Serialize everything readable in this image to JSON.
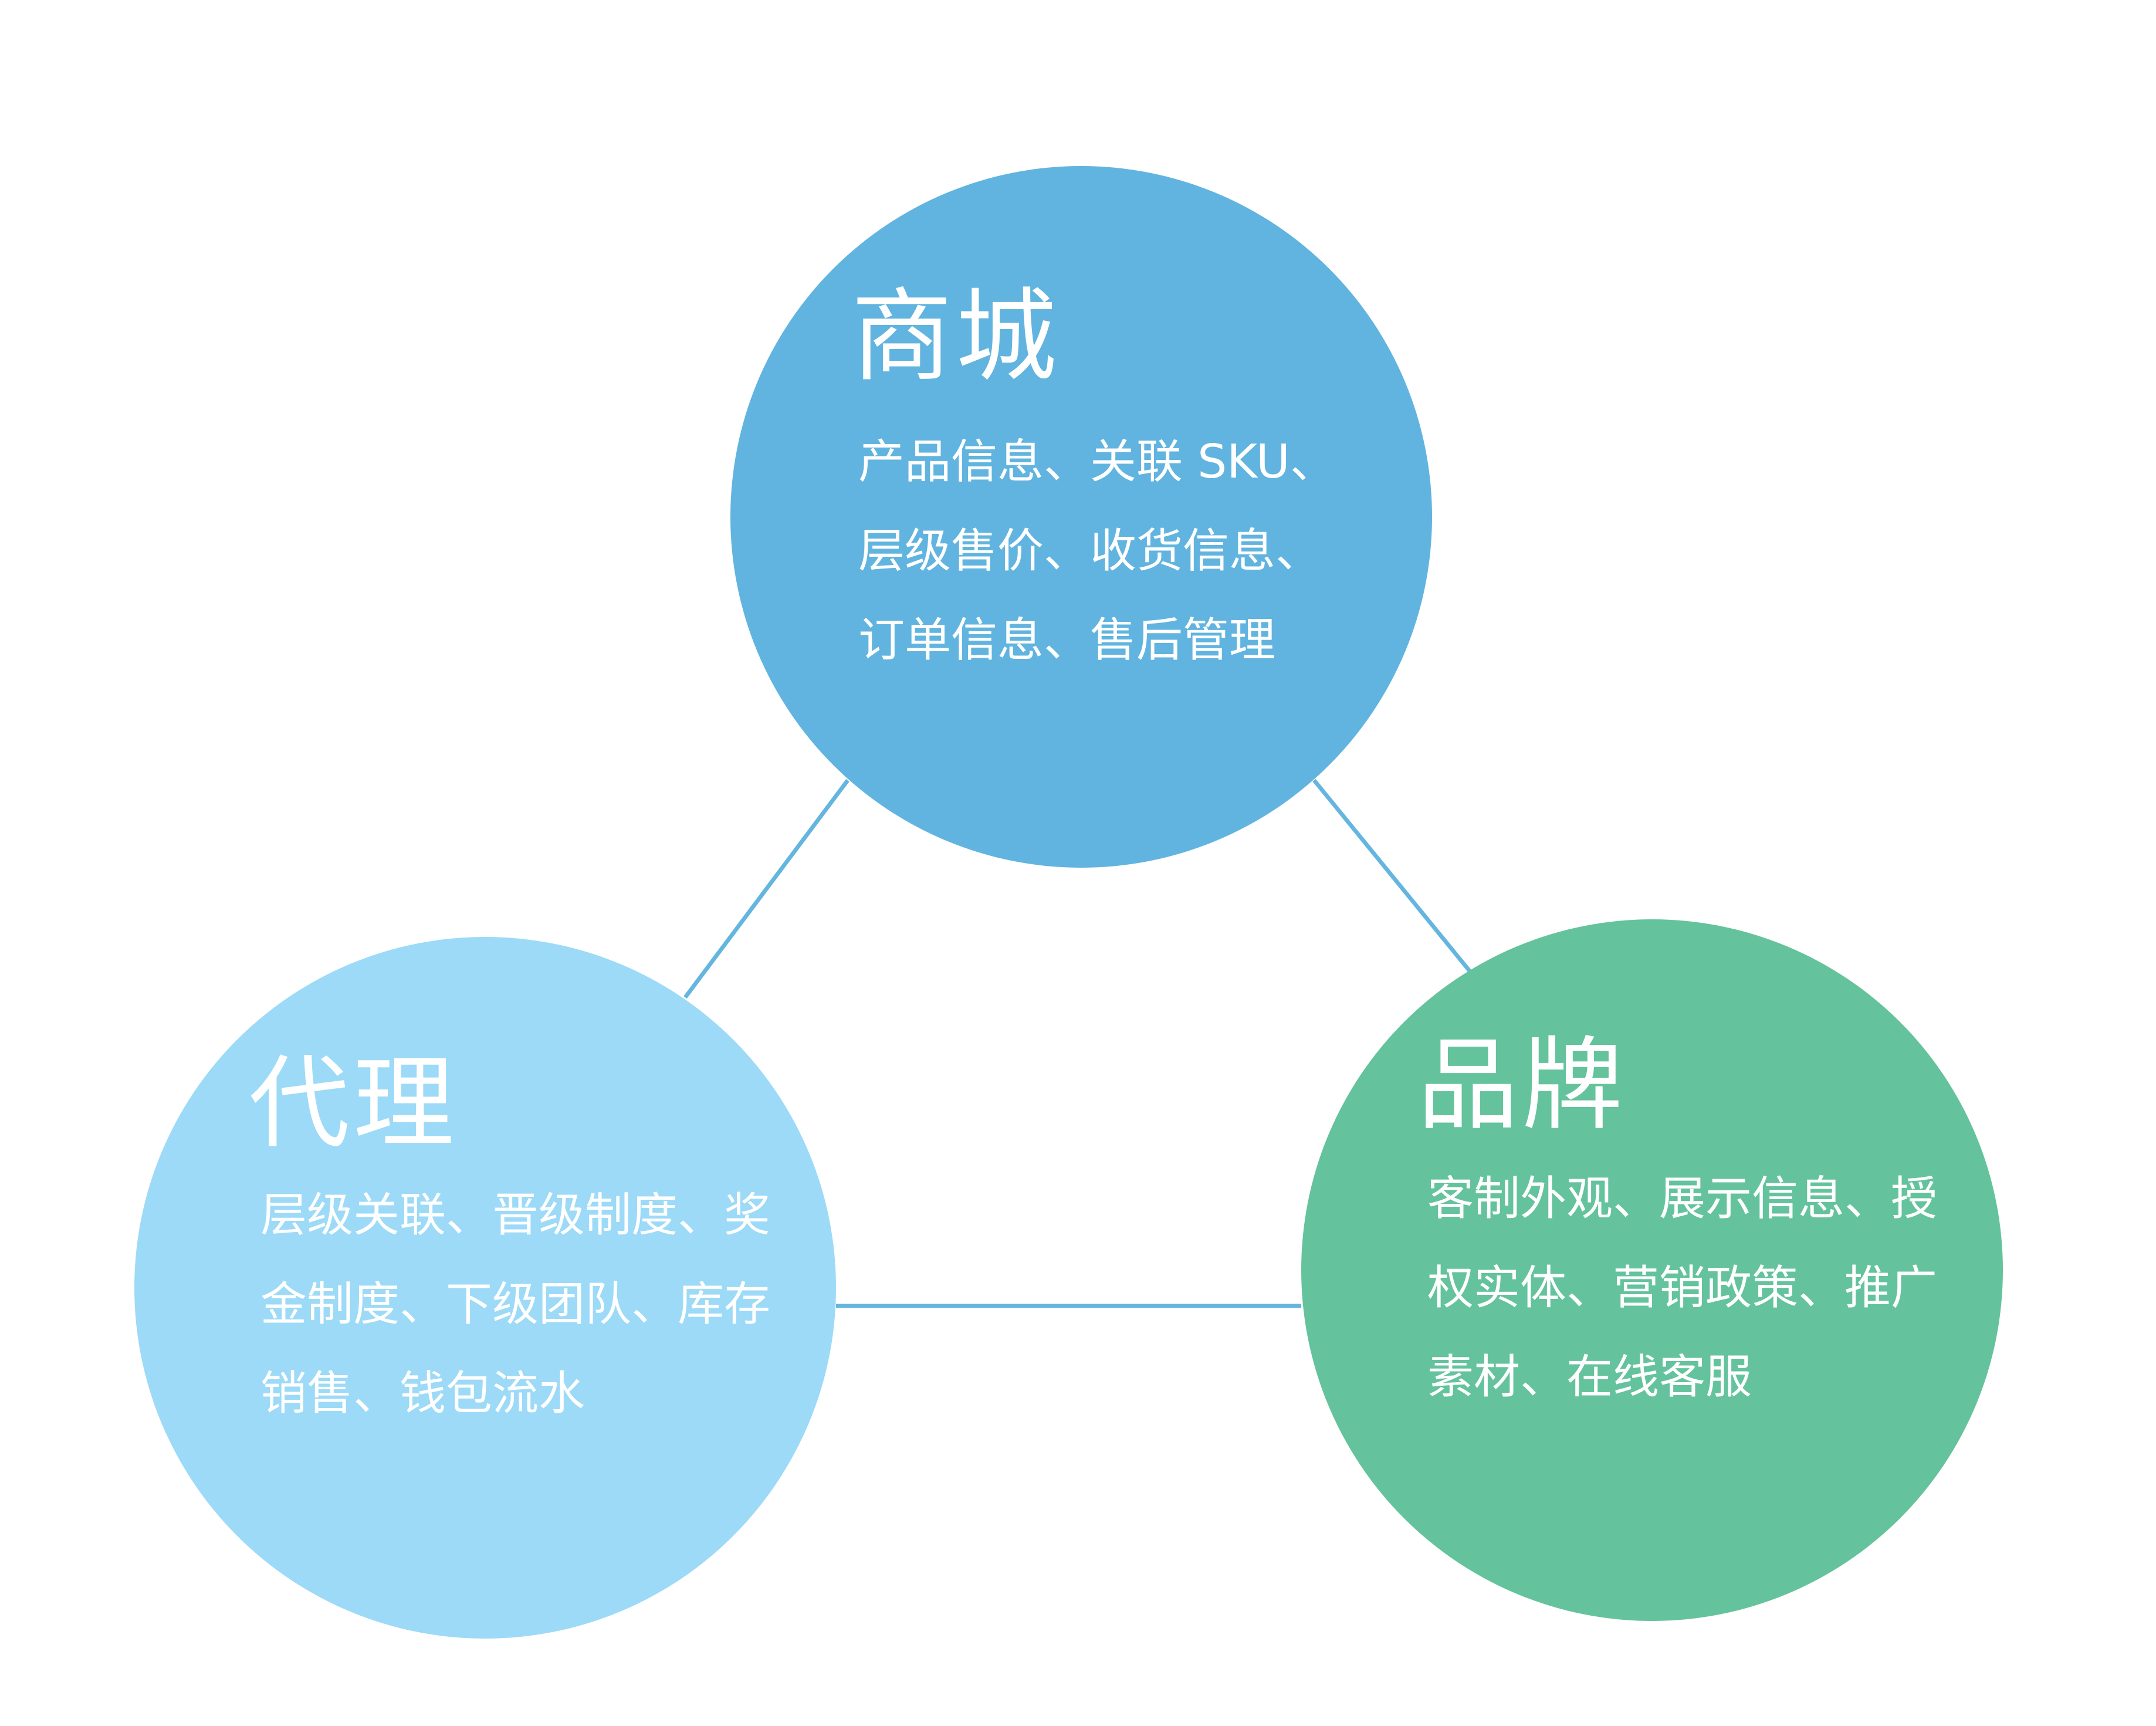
{
  "colors": {
    "background": "#ffffff",
    "connector": "#64b5df",
    "mall": "#61b4df",
    "agent": "#9cdaf7",
    "brand": "#64c39c",
    "text": "#ffffff"
  },
  "nodes": {
    "mall": {
      "title": "商城",
      "lines": [
        "产品信息、关联 SKU、",
        "层级售价、收货信息、",
        "订单信息、售后管理"
      ]
    },
    "agent": {
      "title": "代理",
      "lines": [
        "层级关联、晋级制度、奖",
        "金制度、下级团队、库存",
        "销售、钱包流水"
      ]
    },
    "brand": {
      "title": "品牌",
      "lines": [
        "客制外观、展示信息、授",
        "权实体、营销政策、推广",
        "素材、在线客服"
      ]
    }
  }
}
